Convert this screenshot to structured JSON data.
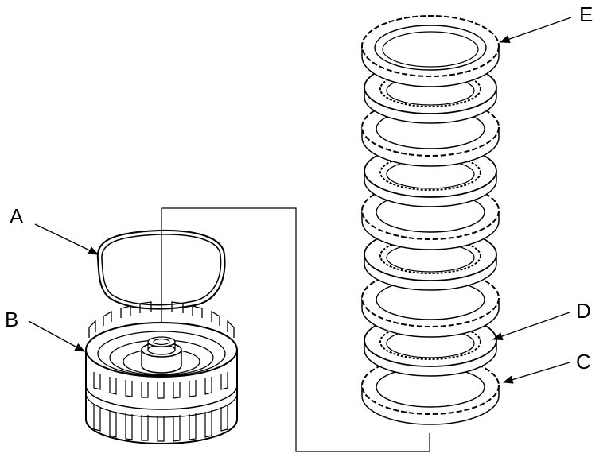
{
  "labels": {
    "a": "A",
    "b": "B",
    "c": "C",
    "d": "D",
    "e": "E"
  },
  "colors": {
    "line": "#000000",
    "background": "#ffffff"
  }
}
